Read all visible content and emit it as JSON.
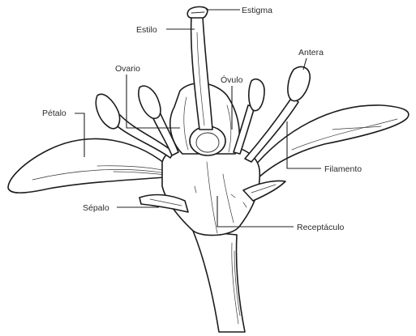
{
  "labels": {
    "estigma": "Estigma",
    "estilo": "Estilo",
    "ovario": "Ovario",
    "ovulo": "Óvulo",
    "antera": "Antera",
    "petalo": "Pétalo",
    "filamento": "Filamento",
    "sepalo": "Sépalo",
    "receptaculo": "Receptáculo"
  },
  "colors": {
    "ink": "#1c1c1c",
    "background": "#ffffff",
    "label_text": "#2b2b2b"
  }
}
